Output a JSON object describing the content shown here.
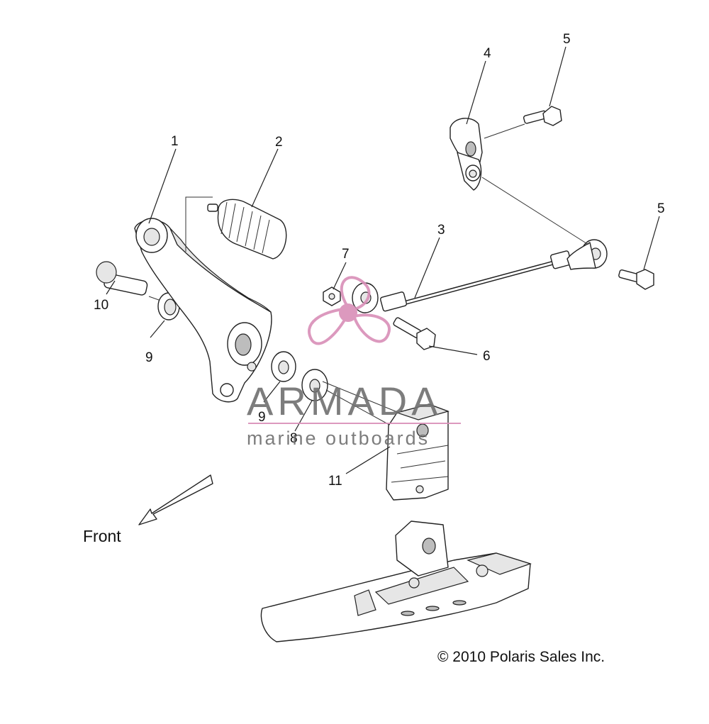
{
  "callouts": {
    "c1": "1",
    "c2": "2",
    "c3": "3",
    "c4": "4",
    "c5a": "5",
    "c5b": "5",
    "c6": "6",
    "c7": "7",
    "c8": "8",
    "c9a": "9",
    "c9b": "9",
    "c10": "10",
    "c11": "11"
  },
  "front_label": "Front",
  "copyright": "© 2010 Polaris Sales Inc.",
  "watermark": {
    "title": "ARMADA",
    "subtitle": "marine outboards",
    "color": "#d98fb8"
  },
  "colors": {
    "line": "#222222",
    "watermark_text": "#707070",
    "watermark_accent": "#d98fb8"
  }
}
